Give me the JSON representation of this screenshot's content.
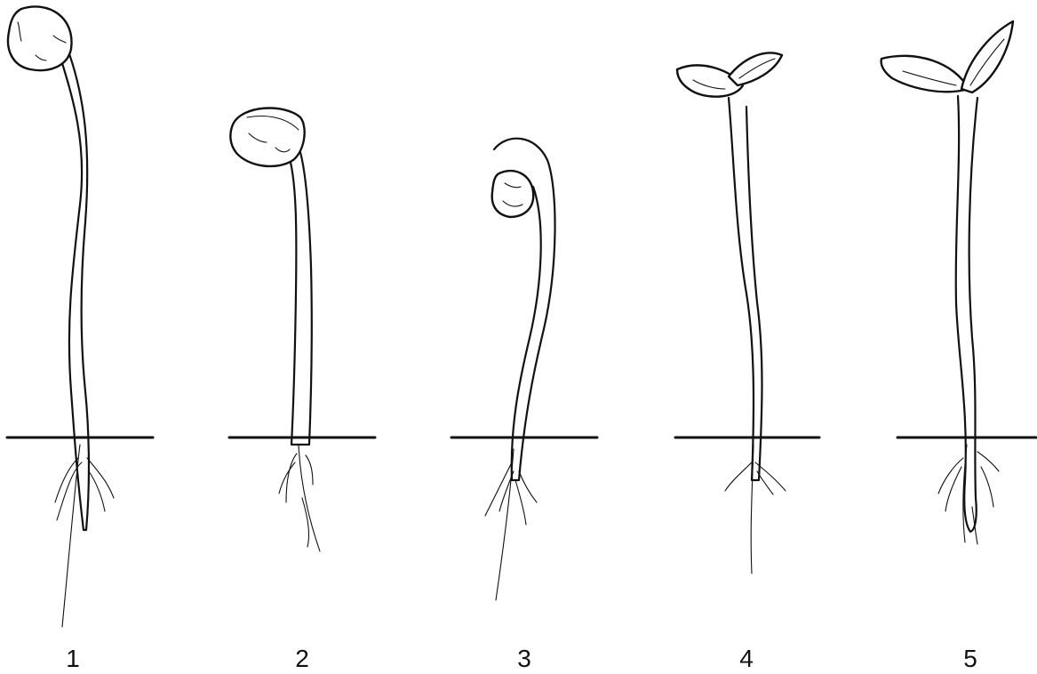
{
  "stages": [
    {
      "label": "1"
    },
    {
      "label": "2"
    },
    {
      "label": "3"
    },
    {
      "label": "4"
    },
    {
      "label": "5"
    }
  ],
  "colors": {
    "ink": "#111111",
    "background": "#ffffff"
  }
}
